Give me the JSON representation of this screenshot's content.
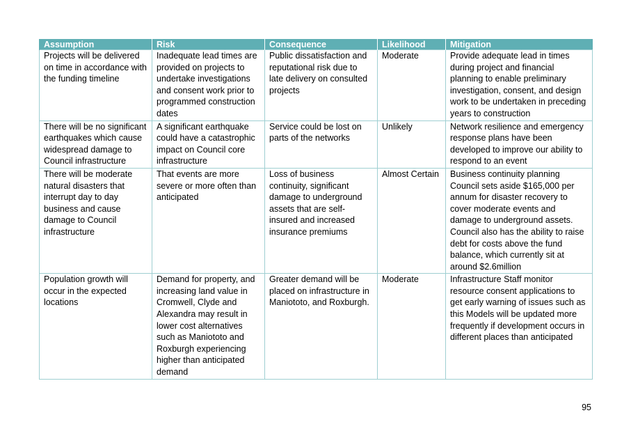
{
  "table": {
    "headers": [
      "Assumption",
      "Risk",
      "Consequence",
      "Likelihood",
      "Mitigation"
    ],
    "rows": [
      [
        "Projects will be delivered on time in accordance with the funding timeline",
        "Inadequate lead times are provided on projects to undertake investigations and consent work prior to programmed construction dates",
        "Public dissatisfaction and reputational risk due to late delivery on consulted projects",
        "Moderate",
        "Provide adequate lead in times during project and financial planning to enable preliminary investigation, consent, and design work to be undertaken in preceding years to construction"
      ],
      [
        "There will be no significant earthquakes which cause widespread damage to Council infrastructure",
        "A significant earthquake could have a catastrophic impact on Council core infrastructure",
        "Service could be lost on parts of the networks",
        "Unlikely",
        "Network resilience and emergency response plans have been developed to improve our ability to respond to an event"
      ],
      [
        "There will be moderate natural disasters that interrupt day to day business and cause damage to Council infrastructure",
        "That events are more severe or more often than anticipated",
        "Loss of business continuity, significant damage to underground assets that are self-insured and increased insurance premiums",
        "Almost Certain",
        "Business continuity planning Council sets aside $165,000 per annum for disaster recovery to cover moderate events and damage to underground assets. Council also has the ability to raise debt for costs above the fund balance, which currently sit at around $2.6million"
      ],
      [
        "Population growth will occur in the expected locations",
        "Demand for property, and increasing land value in Cromwell, Clyde and Alexandra may result in lower cost alternatives such as Maniototo and Roxburgh experiencing higher than anticipated demand",
        "Greater demand will be placed on infrastructure in Maniototo, and Roxburgh.",
        "Moderate",
        "Infrastructure Staff monitor resource consent applications to get early warning of issues such as this Models will be updated more frequently if development occurs in different places than anticipated"
      ]
    ]
  },
  "page_number": "95",
  "colors": {
    "header_bg": "#5fafb4",
    "header_text": "#ffffff",
    "cell_border": "#9fcfd2"
  }
}
